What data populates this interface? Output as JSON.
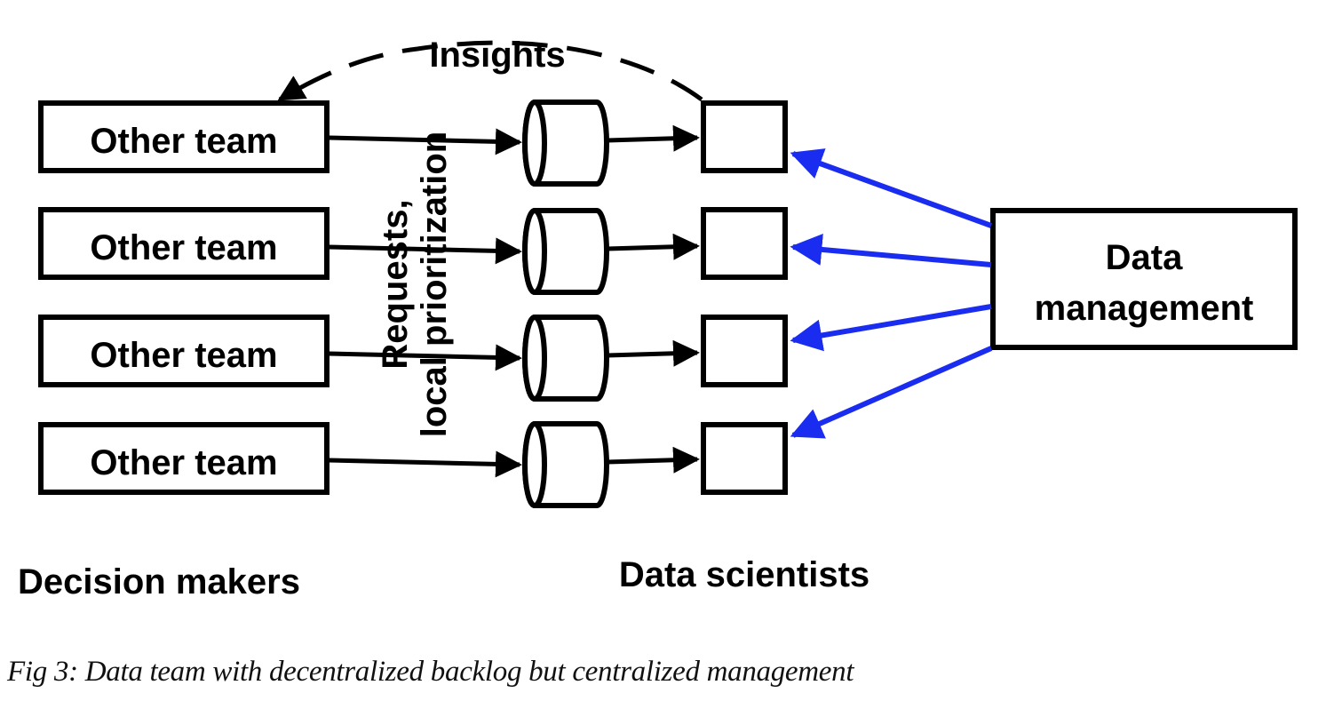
{
  "diagram": {
    "teams": [
      {
        "label": "Other team"
      },
      {
        "label": "Other team"
      },
      {
        "label": "Other team"
      },
      {
        "label": "Other team"
      }
    ],
    "insights_label": "Insights",
    "requests_label_line1": "Requests,",
    "requests_label_line2": "local prioritization",
    "data_management_line1": "Data",
    "data_management_line2": "management",
    "decision_makers_label": "Decision makers",
    "data_scientists_label": "Data scientists",
    "colors": {
      "outline": "#000000",
      "management_arrows": "#1a2cf0"
    }
  },
  "caption": "Fig 3: Data team with decentralized backlog but centralized management"
}
